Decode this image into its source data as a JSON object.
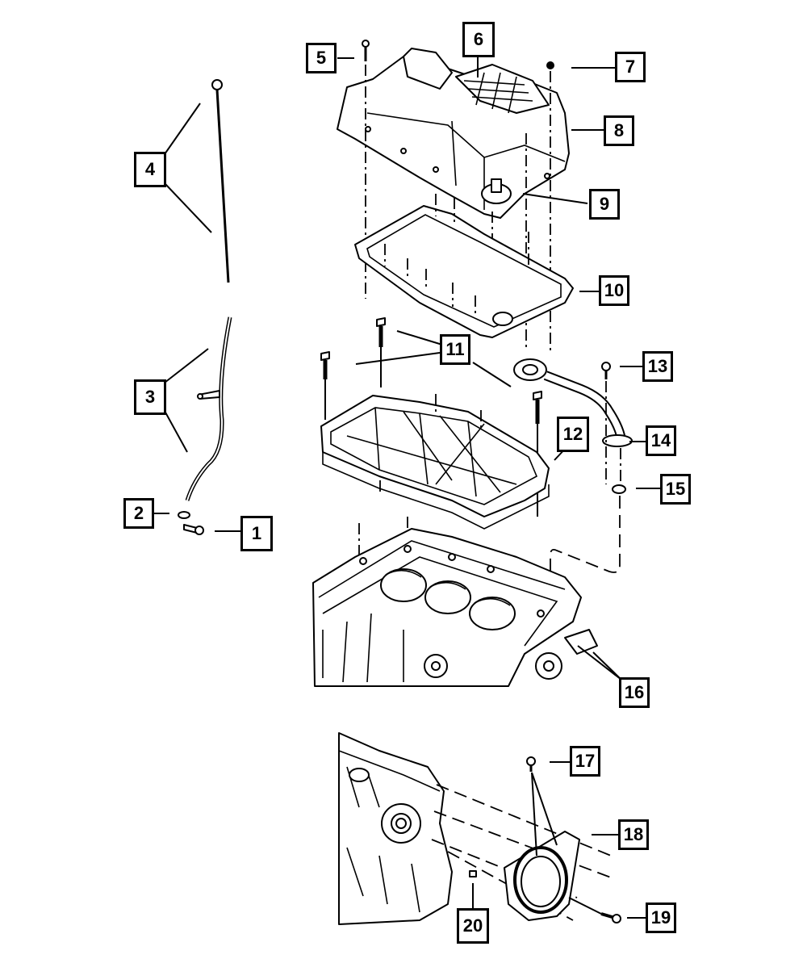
{
  "diagram": {
    "type": "exploded-parts-diagram",
    "subject": "Engine oil pan, windage tray, oil pickup, dipstick and rear crankshaft seal assembly",
    "callouts": [
      {
        "id": 1,
        "label": "1",
        "part": "dipstick-tube-bolt"
      },
      {
        "id": 2,
        "label": "2",
        "part": "dipstick-tube-o-ring"
      },
      {
        "id": 3,
        "label": "3",
        "part": "dipstick-tube"
      },
      {
        "id": 4,
        "label": "4",
        "part": "oil-dipstick"
      },
      {
        "id": 5,
        "label": "5",
        "part": "oil-pan-bolt"
      },
      {
        "id": 6,
        "label": "6",
        "part": "oil-pan"
      },
      {
        "id": 7,
        "label": "7",
        "part": "drain-plug"
      },
      {
        "id": 8,
        "label": "8",
        "part": "oil-pan-body"
      },
      {
        "id": 9,
        "label": "9",
        "part": "oil-filter-adapter"
      },
      {
        "id": 10,
        "label": "10",
        "part": "oil-pan-gasket"
      },
      {
        "id": 11,
        "label": "11",
        "part": "windage-tray-bolts"
      },
      {
        "id": 12,
        "label": "12",
        "part": "windage-tray"
      },
      {
        "id": 13,
        "label": "13",
        "part": "pickup-tube-bolt"
      },
      {
        "id": 14,
        "label": "14",
        "part": "oil-pickup-tube"
      },
      {
        "id": 15,
        "label": "15",
        "part": "pickup-tube-o-ring"
      },
      {
        "id": 16,
        "label": "16",
        "part": "engine-block-dowels"
      },
      {
        "id": 17,
        "label": "17",
        "part": "retainer-bolt"
      },
      {
        "id": 18,
        "label": "18",
        "part": "rear-seal-retainer"
      },
      {
        "id": 19,
        "label": "19",
        "part": "retainer-screw"
      },
      {
        "id": 20,
        "label": "20",
        "part": "dowel-pin"
      }
    ]
  }
}
